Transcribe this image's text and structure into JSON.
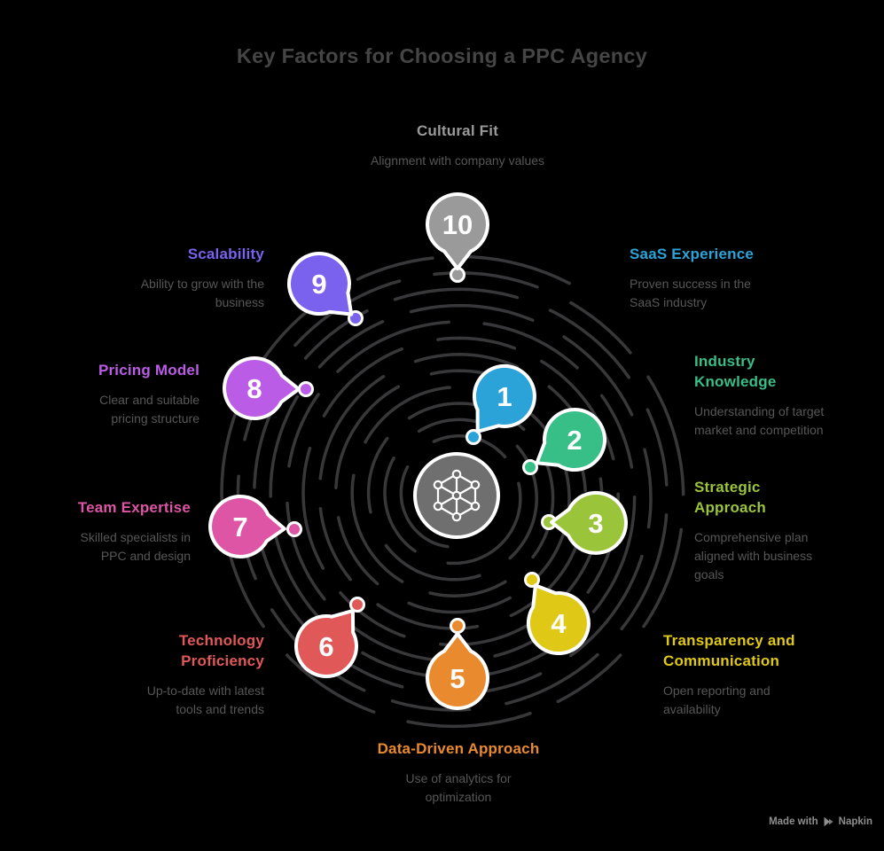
{
  "title": "Key Factors for Choosing a PPC Agency",
  "hub": {
    "icon": "network-nodes-icon",
    "color": "#6F6F6F"
  },
  "spiral_color": "#38383A",
  "factors": [
    {
      "number": "1",
      "label": "SaaS Experience",
      "description": "Proven success in the\nSaaS industry",
      "color": "#2BA3D9"
    },
    {
      "number": "2",
      "label": "Industry\nKnowledge",
      "description": "Understanding of target\nmarket and competition",
      "color": "#38BE87"
    },
    {
      "number": "3",
      "label": "Strategic\nApproach",
      "description": "Comprehensive plan\naligned with business\ngoals",
      "color": "#9AC43A"
    },
    {
      "number": "4",
      "label": "Transparency and\nCommunication",
      "description": "Open reporting and\navailability",
      "color": "#E0C816"
    },
    {
      "number": "5",
      "label": "Data-Driven Approach",
      "description": "Use of analytics for\noptimization",
      "color": "#EA8A2E"
    },
    {
      "number": "6",
      "label": "Technology\nProficiency",
      "description": "Up-to-date with latest\ntools and trends",
      "color": "#E15858"
    },
    {
      "number": "7",
      "label": "Team Expertise",
      "description": "Skilled specialists in\nPPC and design",
      "color": "#DD55A4"
    },
    {
      "number": "8",
      "label": "Pricing Model",
      "description": "Clear and suitable\npricing structure",
      "color": "#BA5CE5"
    },
    {
      "number": "9",
      "label": "Scalability",
      "description": "Ability to grow with the\nbusiness",
      "color": "#7A61EE"
    },
    {
      "number": "10",
      "label": "Cultural Fit",
      "description": "Alignment with company values",
      "color": "#9A9A9A"
    }
  ],
  "footer": {
    "made_with": "Made with",
    "brand": "Napkin",
    "icon": "napkin-play-icon"
  }
}
